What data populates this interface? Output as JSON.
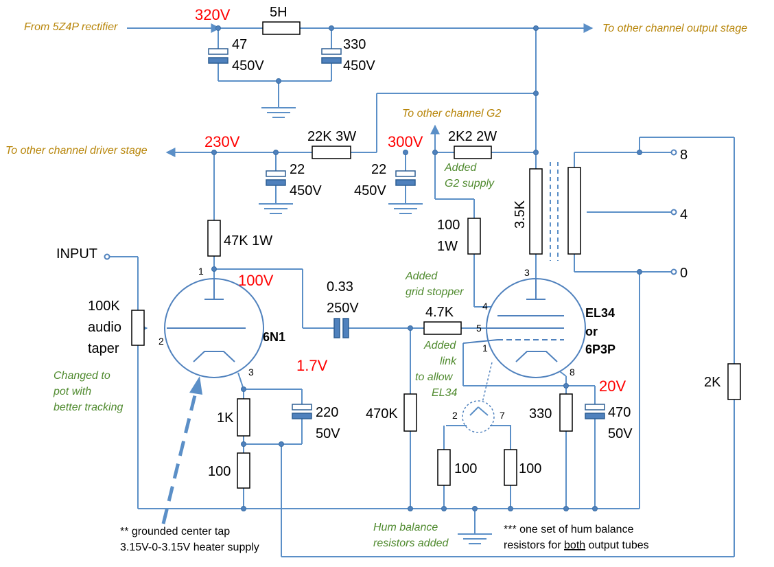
{
  "voltages": {
    "v320": "320V",
    "v230": "230V",
    "v300": "300V",
    "v100": "100V",
    "v1_7": "1.7V",
    "v20": "20V"
  },
  "components": {
    "choke": "5H",
    "c47": [
      "47",
      "450V"
    ],
    "c330": [
      "330",
      "450V"
    ],
    "r22k": "22K 3W",
    "c22a": [
      "22",
      "450V"
    ],
    "c22b": [
      "22",
      "450V"
    ],
    "r2k2": "2K2 2W",
    "r47k": "47K 1W",
    "r100g2": [
      "100",
      "1W"
    ],
    "xfmr": "3.5K",
    "pot": [
      "100K",
      "audio",
      "taper"
    ],
    "ccoup": [
      "0.33",
      "250V"
    ],
    "r4k7": "4.7K",
    "r1k": "1K",
    "c220": [
      "220",
      "50V"
    ],
    "r100k": "100",
    "r470k": "470K",
    "hum1": "100",
    "hum2": "100",
    "r330": "330",
    "c470": [
      "470",
      "50V"
    ],
    "r2k": "2K"
  },
  "tubes": {
    "driver": "6N1",
    "output": [
      "EL34",
      "or",
      "6P3P"
    ]
  },
  "pins": {
    "p1": "1",
    "p2": "2",
    "p3": "3",
    "op3": "3",
    "op4": "4",
    "op5": "5",
    "op1": "1",
    "op8": "8",
    "h2": "2",
    "h7": "7"
  },
  "taps": [
    "8",
    "4",
    "0"
  ],
  "labels": {
    "input": "INPUT",
    "from_rect": "From 5Z4P rectifier",
    "to_output": "To other channel output stage",
    "to_driver": "To other channel driver stage",
    "to_g2": "To other channel G2"
  },
  "notes": {
    "g2supply": [
      "Added",
      "G2 supply"
    ],
    "grid_stopper": [
      "Added",
      "grid stopper"
    ],
    "link": [
      "Added",
      "link",
      "to allow",
      "EL34"
    ],
    "pot_change": [
      "Changed to",
      "pot with",
      "better tracking"
    ],
    "hum": [
      "Hum balance",
      "resistors added"
    ],
    "heater": [
      "** grounded center tap",
      "3.15V-0-3.15V heater supply"
    ],
    "hum_set_pre": "*** one set of hum balance",
    "hum_set_line2_pre": "resistors for ",
    "hum_set_line2_u": "both",
    "hum_set_line2_post": " output tubes"
  },
  "colors": {
    "wire": "#5b8fc7",
    "voltage": "#ff0000",
    "note_green": "#4f8a2e",
    "note_orange": "#b8860b"
  }
}
